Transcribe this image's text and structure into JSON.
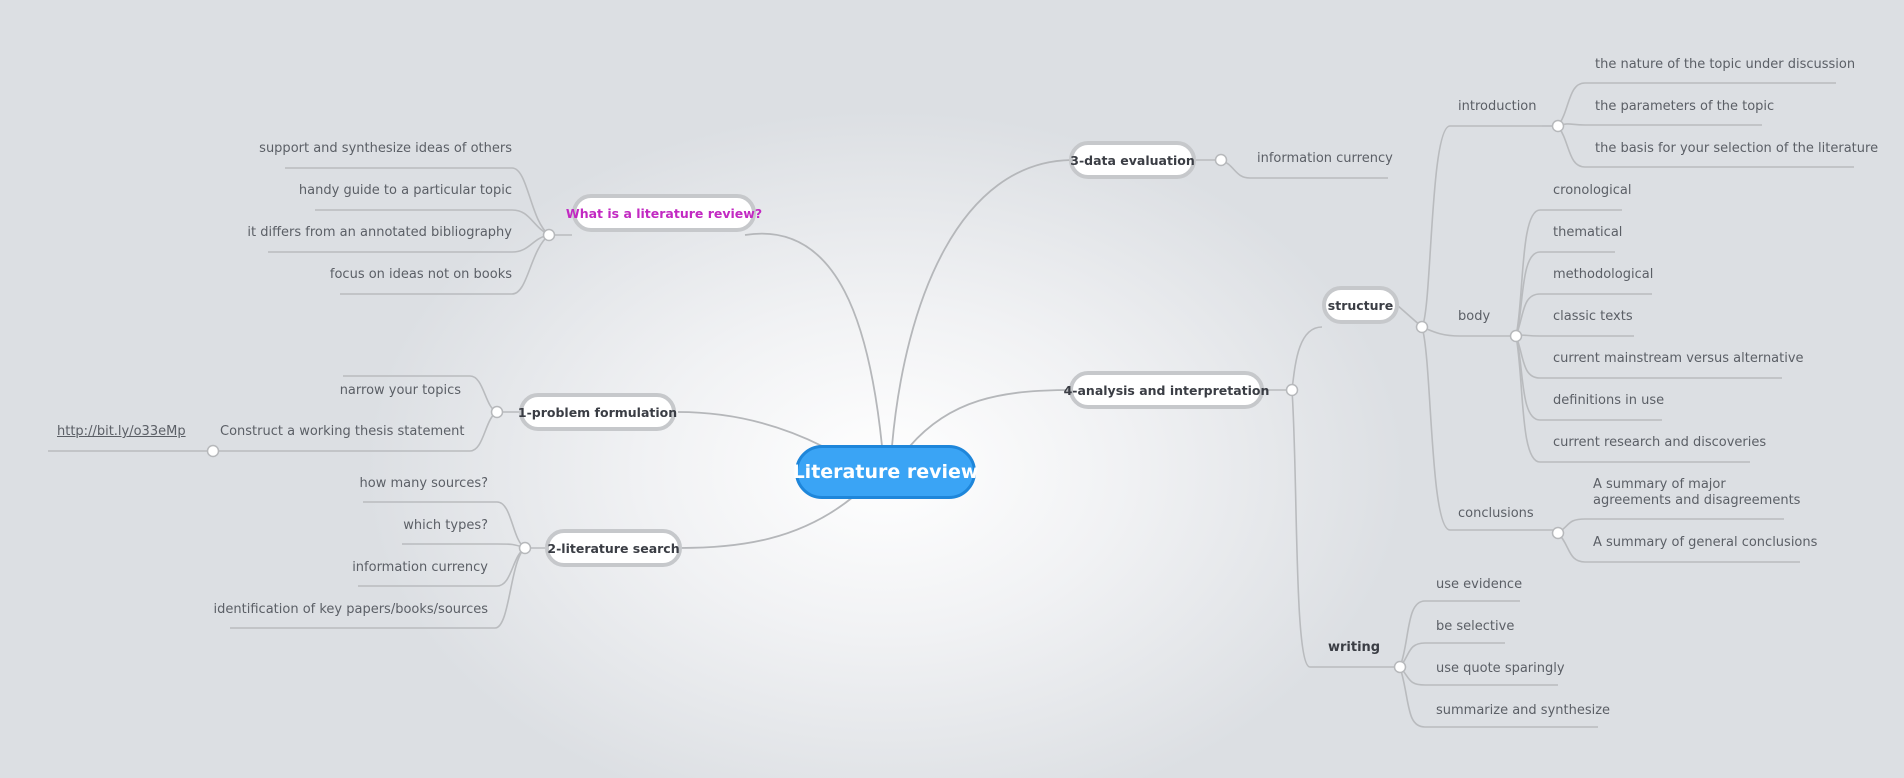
{
  "root": "Literature review",
  "what": {
    "title": "What is a literature review?",
    "items": [
      "support and synthesize ideas of others",
      "handy guide to a particular topic",
      "it differs from an annotated bibliography",
      "focus on ideas not on books"
    ]
  },
  "problem": {
    "title": "1-problem formulation",
    "items": [
      "narrow your topics",
      "Construct a working thesis statement"
    ],
    "link": "http://bit.ly/o33eMp"
  },
  "search": {
    "title": "2-literature search",
    "items": [
      "how many sources?",
      "which types?",
      "information currency",
      "identification of key papers/books/sources"
    ]
  },
  "evaluation": {
    "title": "3-data evaluation",
    "items": [
      "information currency"
    ]
  },
  "analysis": {
    "title": "4-analysis and interpretation",
    "structure": {
      "title": "structure",
      "introduction": {
        "title": "introduction",
        "items": [
          "the nature of the topic under discussion",
          "the parameters of the topic",
          "the basis for your selection of the literature"
        ]
      },
      "body": {
        "title": "body",
        "items": [
          "cronological",
          "thematical",
          "methodological",
          "classic texts",
          "current mainstream versus alternative",
          "definitions in use",
          "current research and discoveries"
        ]
      },
      "conclusions": {
        "title": "conclusions",
        "items": [
          "A summary of major\nagreements and disagreements",
          "A summary of general conclusions"
        ]
      }
    },
    "writing": {
      "title": "writing",
      "items": [
        "use evidence",
        "be selective",
        "use quote sparingly",
        "summarize and synthesize"
      ]
    }
  }
}
